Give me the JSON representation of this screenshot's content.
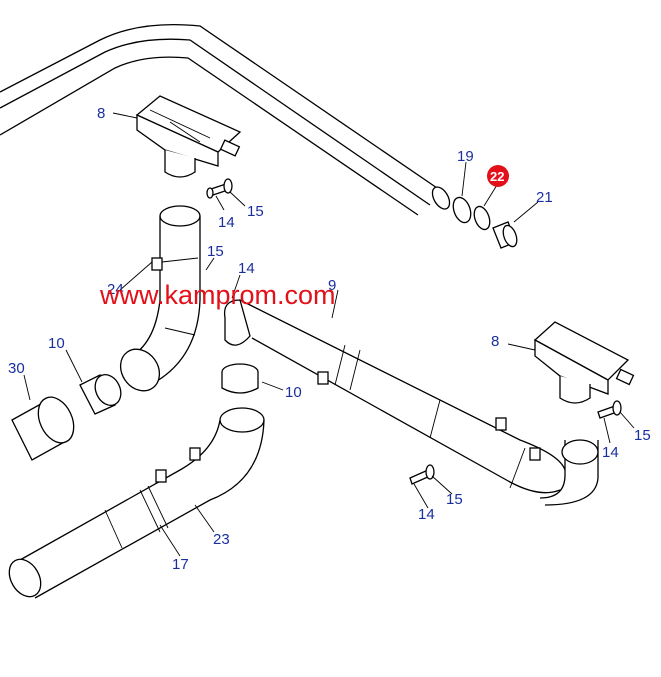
{
  "watermark": "www.kamprom.com",
  "highlight_color": "#e3101a",
  "label_color": "#1a2f9e",
  "labels": {
    "p8_top": "8",
    "p19": "19",
    "p22": "22",
    "p21": "21",
    "p14_a": "14",
    "p15_a": "15",
    "p15_b": "15",
    "p14_b": "14",
    "p24": "24",
    "p9": "9",
    "p10_a": "10",
    "p30": "30",
    "p10_b": "10",
    "p8_right": "8",
    "p15_c": "15",
    "p14_c": "14",
    "p15_d": "15",
    "p14_d": "14",
    "p23": "23",
    "p17": "17"
  }
}
